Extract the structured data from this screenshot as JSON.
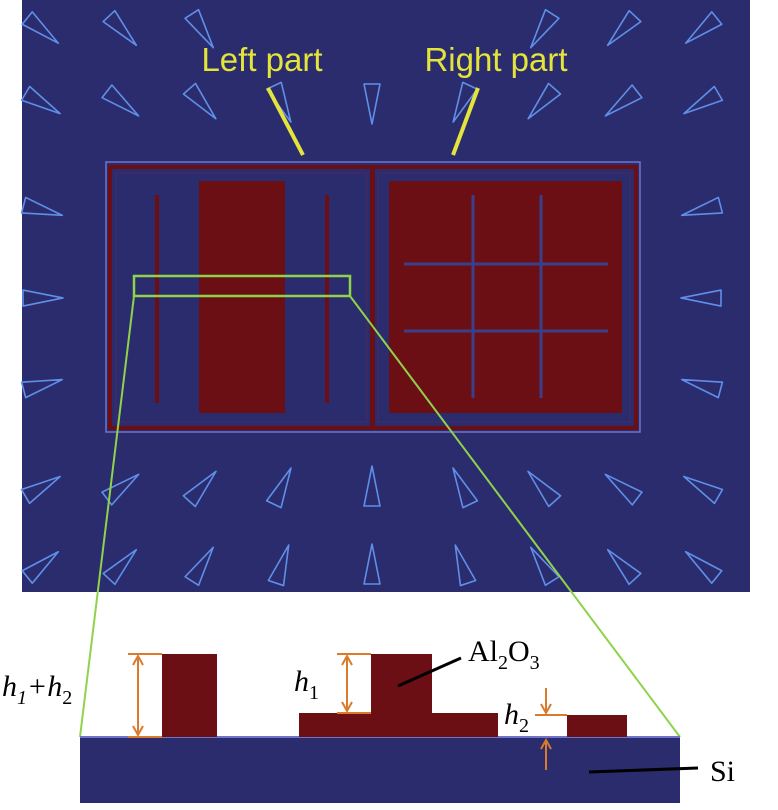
{
  "labels": {
    "left_part": "Left part",
    "right_part": "Right part",
    "h1_plus_h2": {
      "h": "h",
      "s1": "1",
      "plus": "+h",
      "s2": "2"
    },
    "h1": {
      "h": "h",
      "s": "1"
    },
    "h2": {
      "h": "h",
      "s": "2"
    },
    "al2o3": {
      "a": "Al",
      "s1": "2",
      "o": "O",
      "s2": "3"
    },
    "si": "Si"
  },
  "colors": {
    "substrate_top": "#2b2c6e",
    "pattern_red": "#6b0f14",
    "triangle_outline": "#5f8fe8",
    "callout_yellow": "#e4e43a",
    "zoom_green": "#8fd34b",
    "dimension_orange": "#d97a2c",
    "si_blue": "#2b2c6e"
  }
}
